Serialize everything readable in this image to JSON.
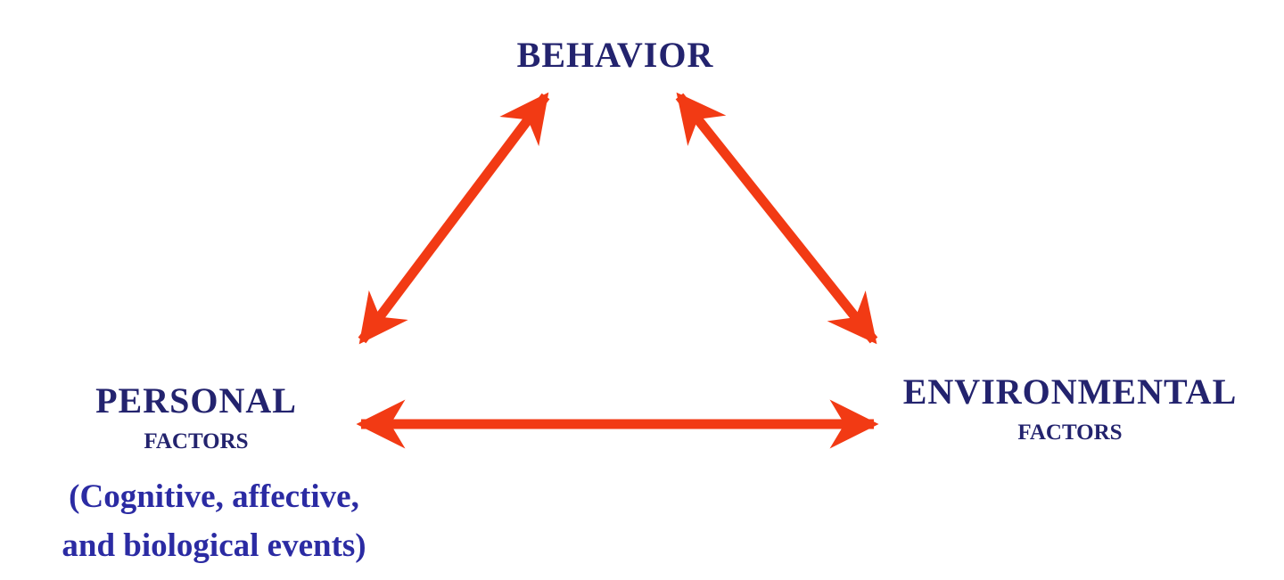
{
  "nodes": {
    "behavior": {
      "title": "BEHAVIOR"
    },
    "personal": {
      "title": "PERSONAL",
      "subtitle": "FACTORS",
      "detail_line1": "(Cognitive, affective,",
      "detail_line2": "and biological events)"
    },
    "environmental": {
      "title": "ENVIRONMENTAL",
      "subtitle": "FACTORS"
    }
  },
  "edges": [
    {
      "from": "behavior",
      "to": "personal",
      "direction": "bidirectional"
    },
    {
      "from": "behavior",
      "to": "environmental",
      "direction": "bidirectional"
    },
    {
      "from": "personal",
      "to": "environmental",
      "direction": "bidirectional"
    }
  ],
  "colors": {
    "arrow": "#f23a14",
    "title_text": "#23236e",
    "detail_text": "#2b2ba3"
  }
}
